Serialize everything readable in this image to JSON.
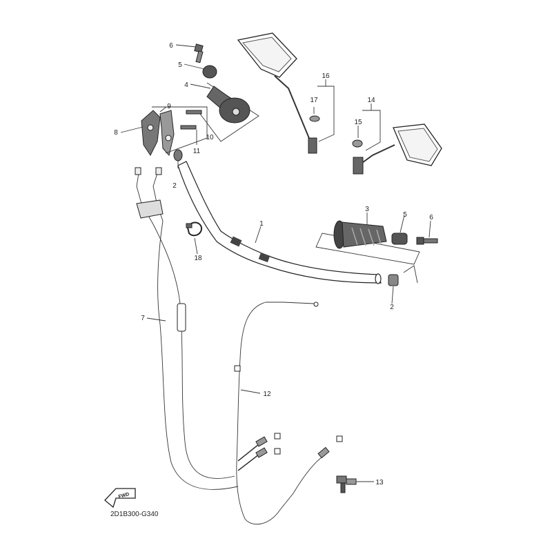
{
  "diagram_code": "2D1B300-G340",
  "fwd_label": "FWD",
  "callouts": {
    "c1": "1",
    "c2a": "2",
    "c2b": "2",
    "c3": "3",
    "c4": "4",
    "c5a": "5",
    "c5b": "5",
    "c6a": "6",
    "c6b": "6",
    "c7": "7",
    "c8": "8",
    "c9": "9",
    "c10": "10",
    "c11": "11",
    "c12": "12",
    "c13": "13",
    "c14": "14",
    "c15": "15",
    "c16": "16",
    "c17": "17",
    "c18": "18"
  }
}
